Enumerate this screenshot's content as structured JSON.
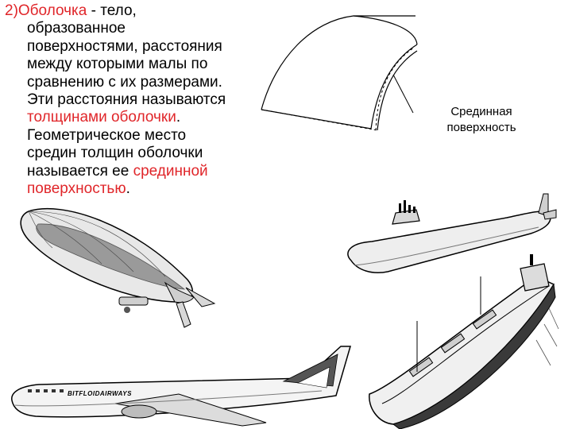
{
  "text": {
    "l1_a": "2)Оболочка",
    "l1_b": " - тело,",
    "l2": "образованное",
    "l3": "поверхностями, расстояния",
    "l4": "между которыми малы по",
    "l5": "сравнению с их размерами.",
    "l6": "Эти расстояния называются",
    "l7_hl": "толщинами оболочки",
    "l7_end": ".",
    "l8": "Геометрическое место",
    "l9": "средин толщин оболочки",
    "l10_a": "называется ее ",
    "l10_hl": "срединной",
    "l11_hl": "поверхностью",
    "l11_end": "."
  },
  "caption": {
    "line1": "Срединная",
    "line2": "поверхность"
  },
  "airplane": {
    "livery": "BITFLOIDAIRWAYS"
  },
  "colors": {
    "highlight": "#e0262a",
    "text": "#000000",
    "hull_gray": "#bdbdbd",
    "dark_gray": "#7a7a7a"
  }
}
